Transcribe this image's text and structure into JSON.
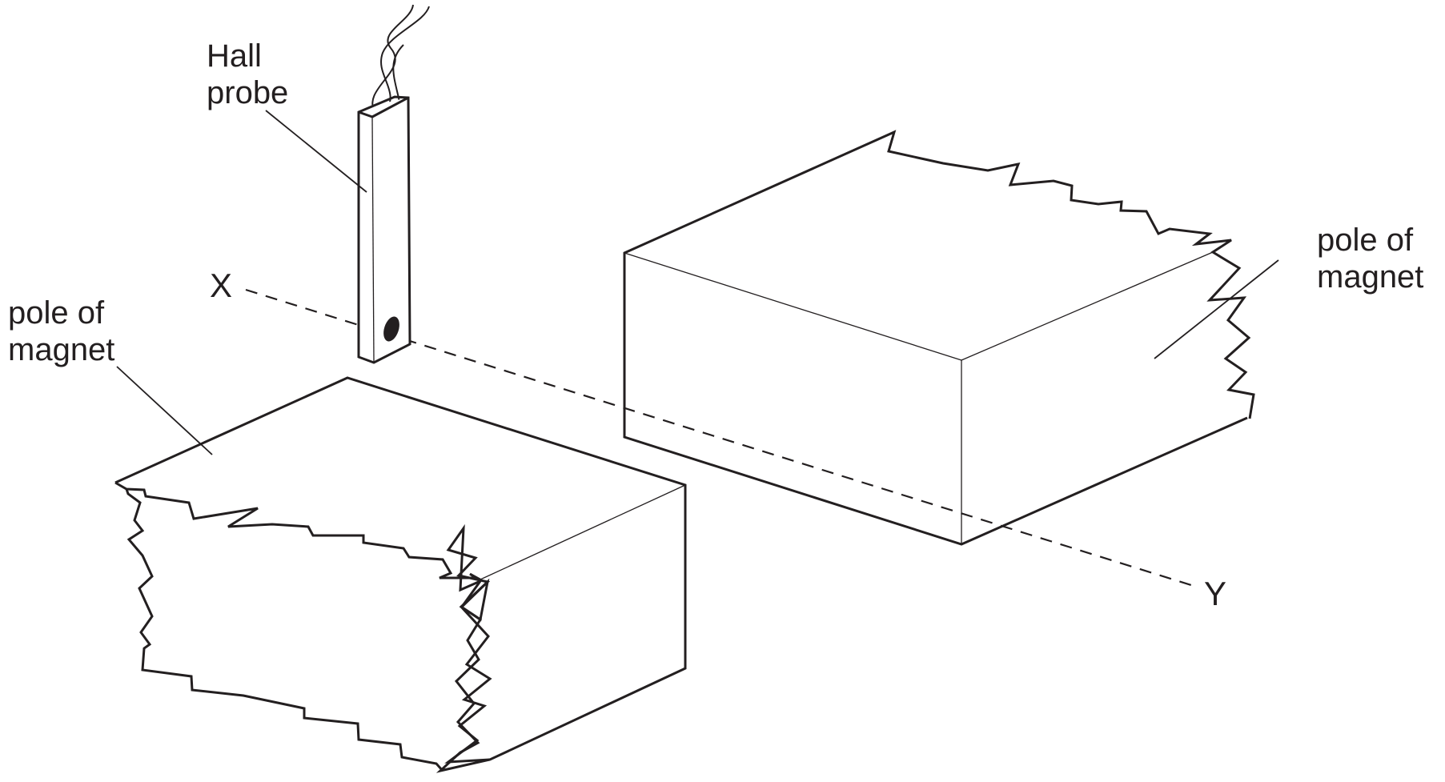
{
  "labels": {
    "hall_probe_line1": "Hall",
    "hall_probe_line2": "probe",
    "left_pole_line1": "pole of",
    "left_pole_line2": "magnet",
    "right_pole_line1": "pole of",
    "right_pole_line2": "magnet",
    "axis_start": "X",
    "axis_end": "Y"
  },
  "colors": {
    "ink": "#231f20",
    "background": "#ffffff"
  }
}
